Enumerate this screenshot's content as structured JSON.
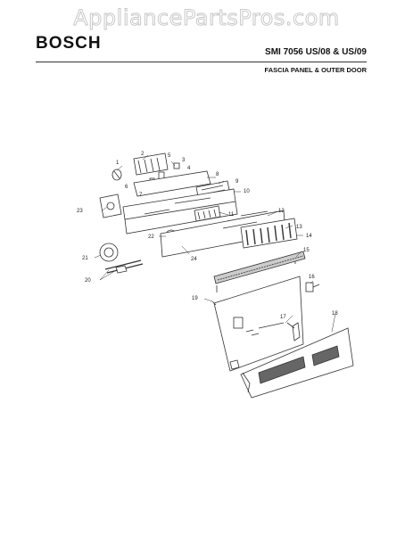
{
  "header": {
    "watermark": "AppliancePartsPros.com",
    "brand": "BOSCH",
    "model": "SMI 7056 US/08 & US/09",
    "section_title": "FASCIA PANEL & OUTER DOOR"
  },
  "callouts": [
    "1",
    "2",
    "3",
    "4",
    "5",
    "6",
    "7",
    "8",
    "9",
    "10",
    "11",
    "12",
    "13",
    "14",
    "15",
    "16",
    "17",
    "18",
    "19",
    "20",
    "21",
    "22",
    "23",
    "24"
  ]
}
